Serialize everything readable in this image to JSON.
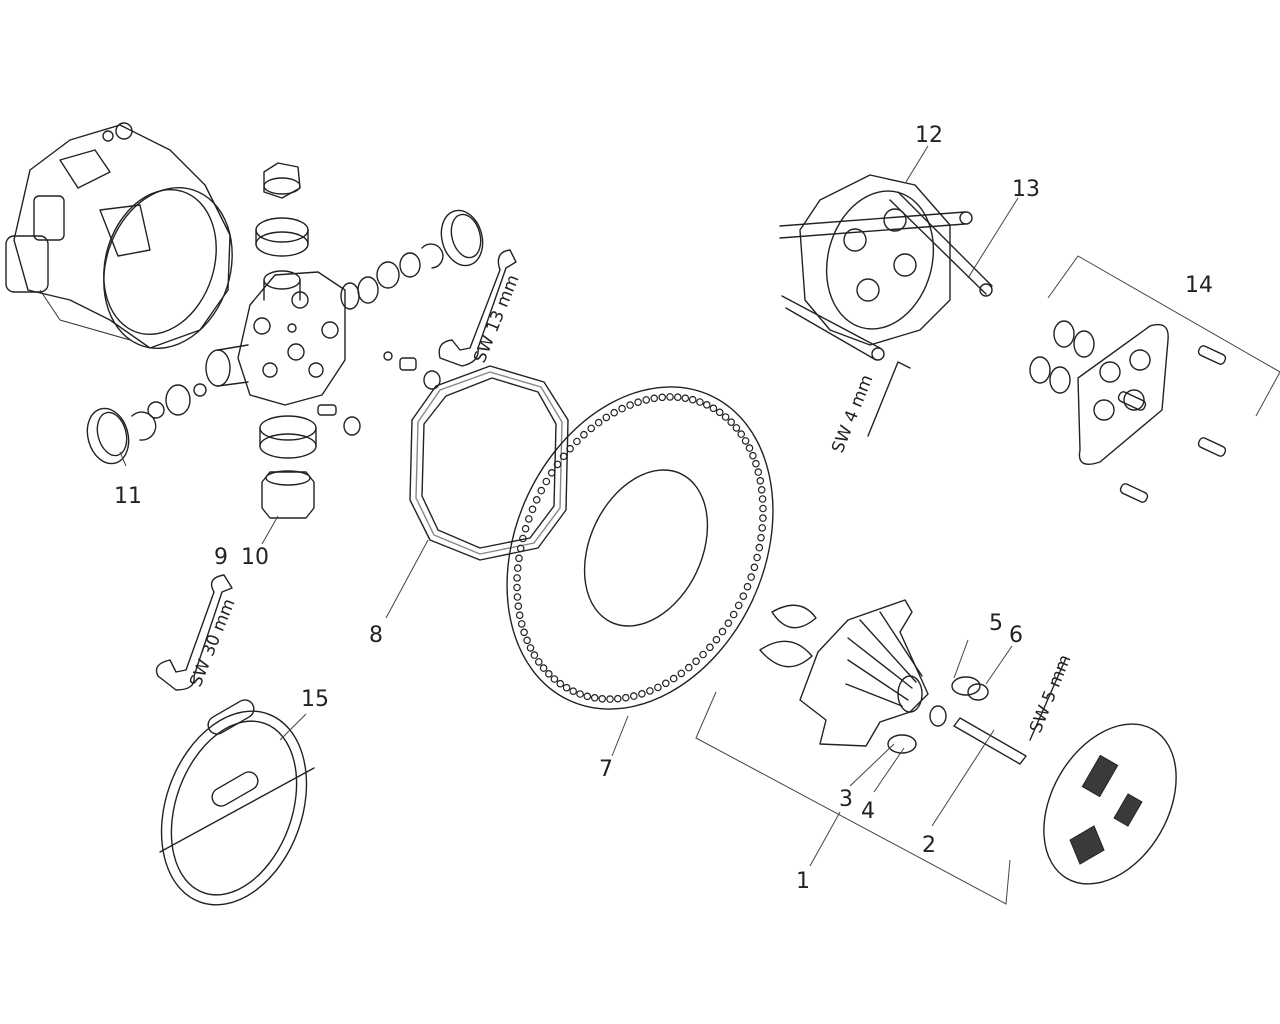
{
  "callouts": {
    "p1": "1",
    "p2": "2",
    "p3": "3",
    "p4": "4",
    "p5": "5",
    "p6": "6",
    "p7": "7",
    "p8": "8",
    "p9": "9",
    "p10": "10",
    "p11": "11",
    "p12": "12",
    "p13": "13",
    "p14": "14",
    "p15": "15"
  },
  "tools": {
    "sw13": "SW 13 mm",
    "sw30": "SW 30 mm",
    "sw4": "SW 4 mm",
    "sw5": "SW 5 mm"
  },
  "colors": {
    "line": "#222222",
    "background": "#ffffff"
  }
}
